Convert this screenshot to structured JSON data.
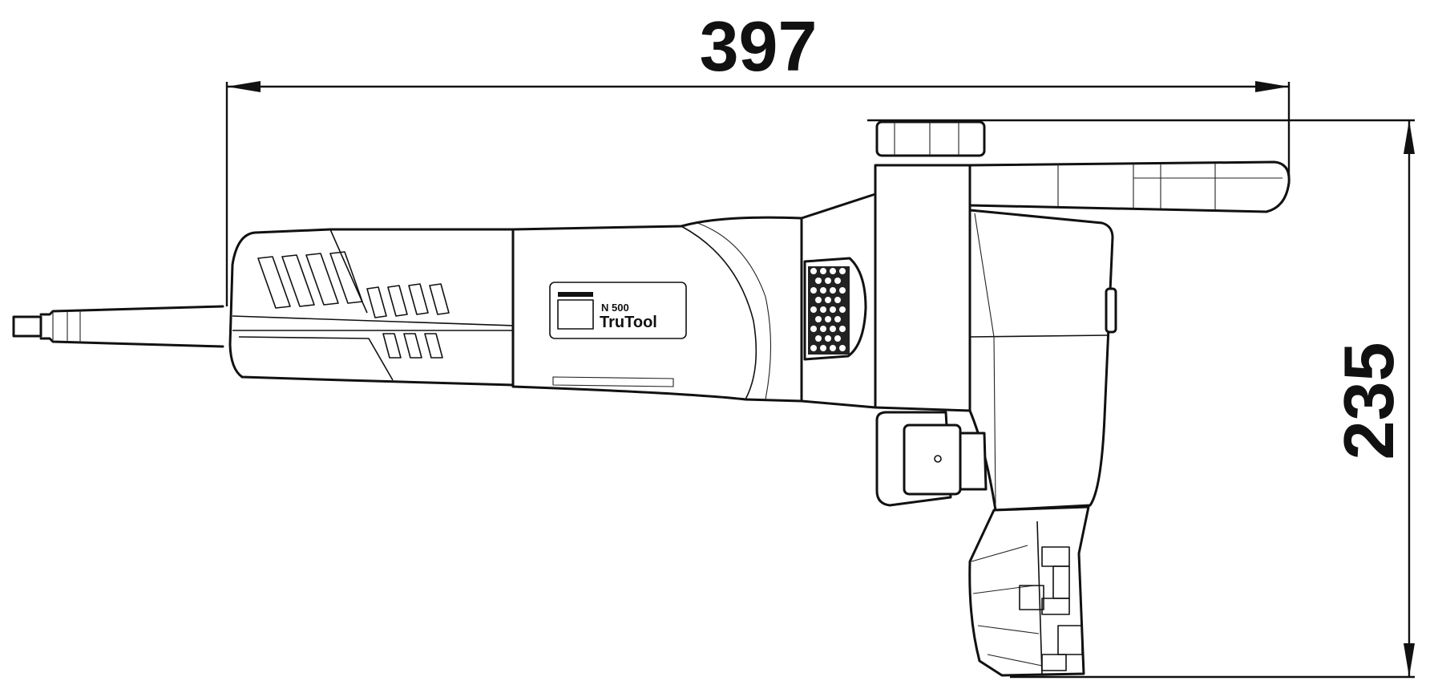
{
  "dimensions": {
    "length": "397",
    "height": "235"
  },
  "label": {
    "model": "N 500",
    "brand": "TruTool"
  },
  "colors": {
    "line": "#111111",
    "background": "#ffffff"
  }
}
